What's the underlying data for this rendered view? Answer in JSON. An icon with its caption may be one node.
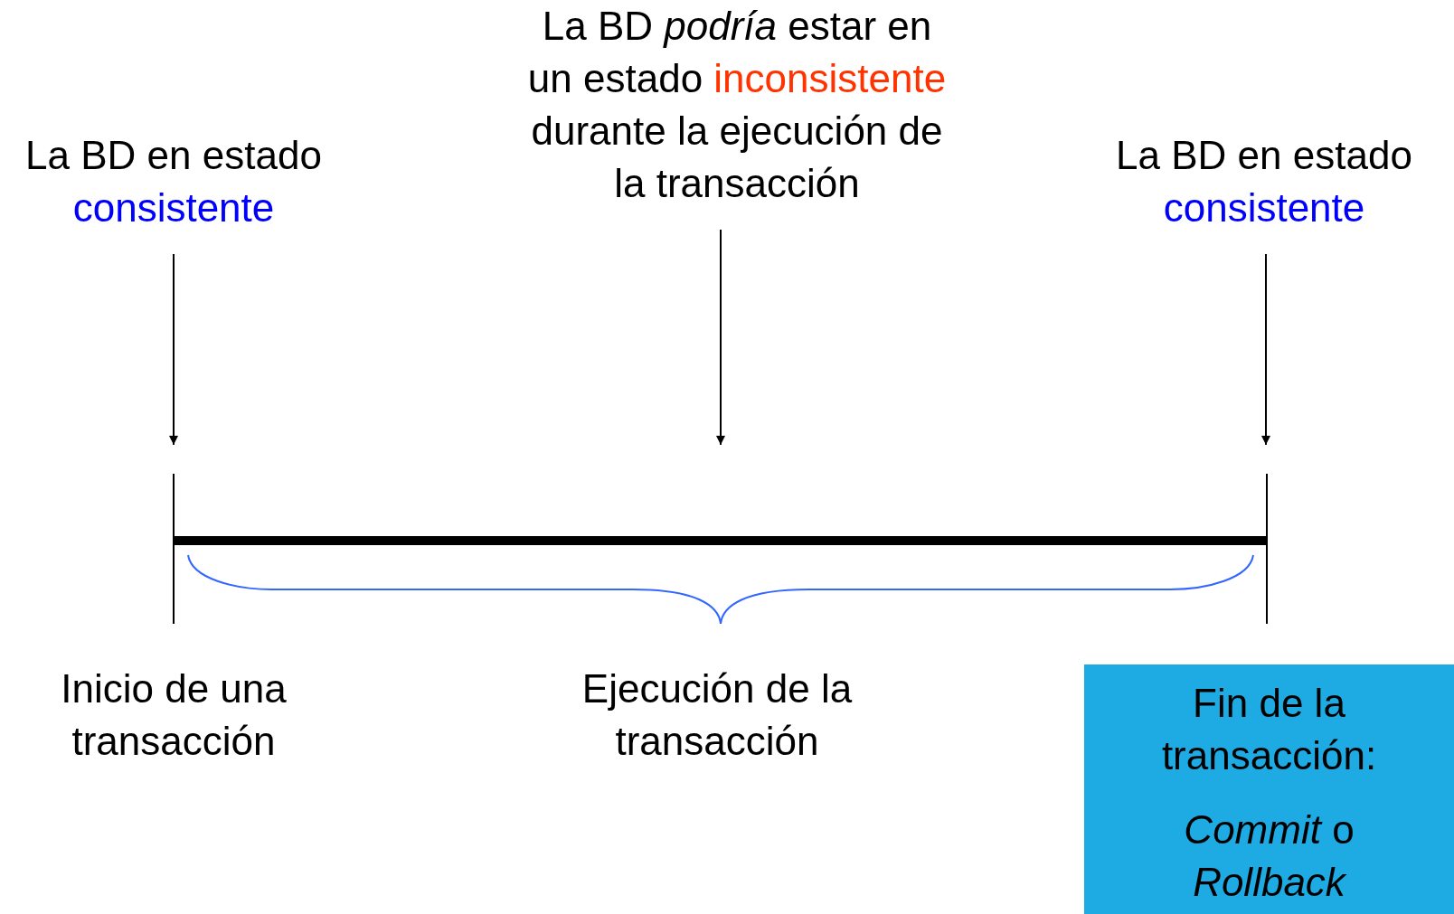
{
  "diagram": {
    "nodes": [
      {
        "text": [
          "La BD en estado",
          "consistente"
        ]
      },
      {
        "text": [
          "La BD *podría* estar en un estado",
          "inconsistente",
          "durante la ejecución de la transacción"
        ]
      },
      {
        "text": [
          "La BD en estado",
          "consistente"
        ]
      },
      {
        "text": [
          "Fin de la transacción:",
          "*Commit* o *Rollback*"
        ]
      }
    ],
    "edges": [
      {
        "from": 0,
        "to": null,
        "arrow": "to"
      },
      {
        "from": 1,
        "to": null,
        "arrow": "to"
      },
      {
        "from": 2,
        "to": null,
        "arrow": "to"
      }
    ],
    "labels": [
      "Inicio de una transacción",
      "Ejecución de la transacción"
    ]
  }
}
